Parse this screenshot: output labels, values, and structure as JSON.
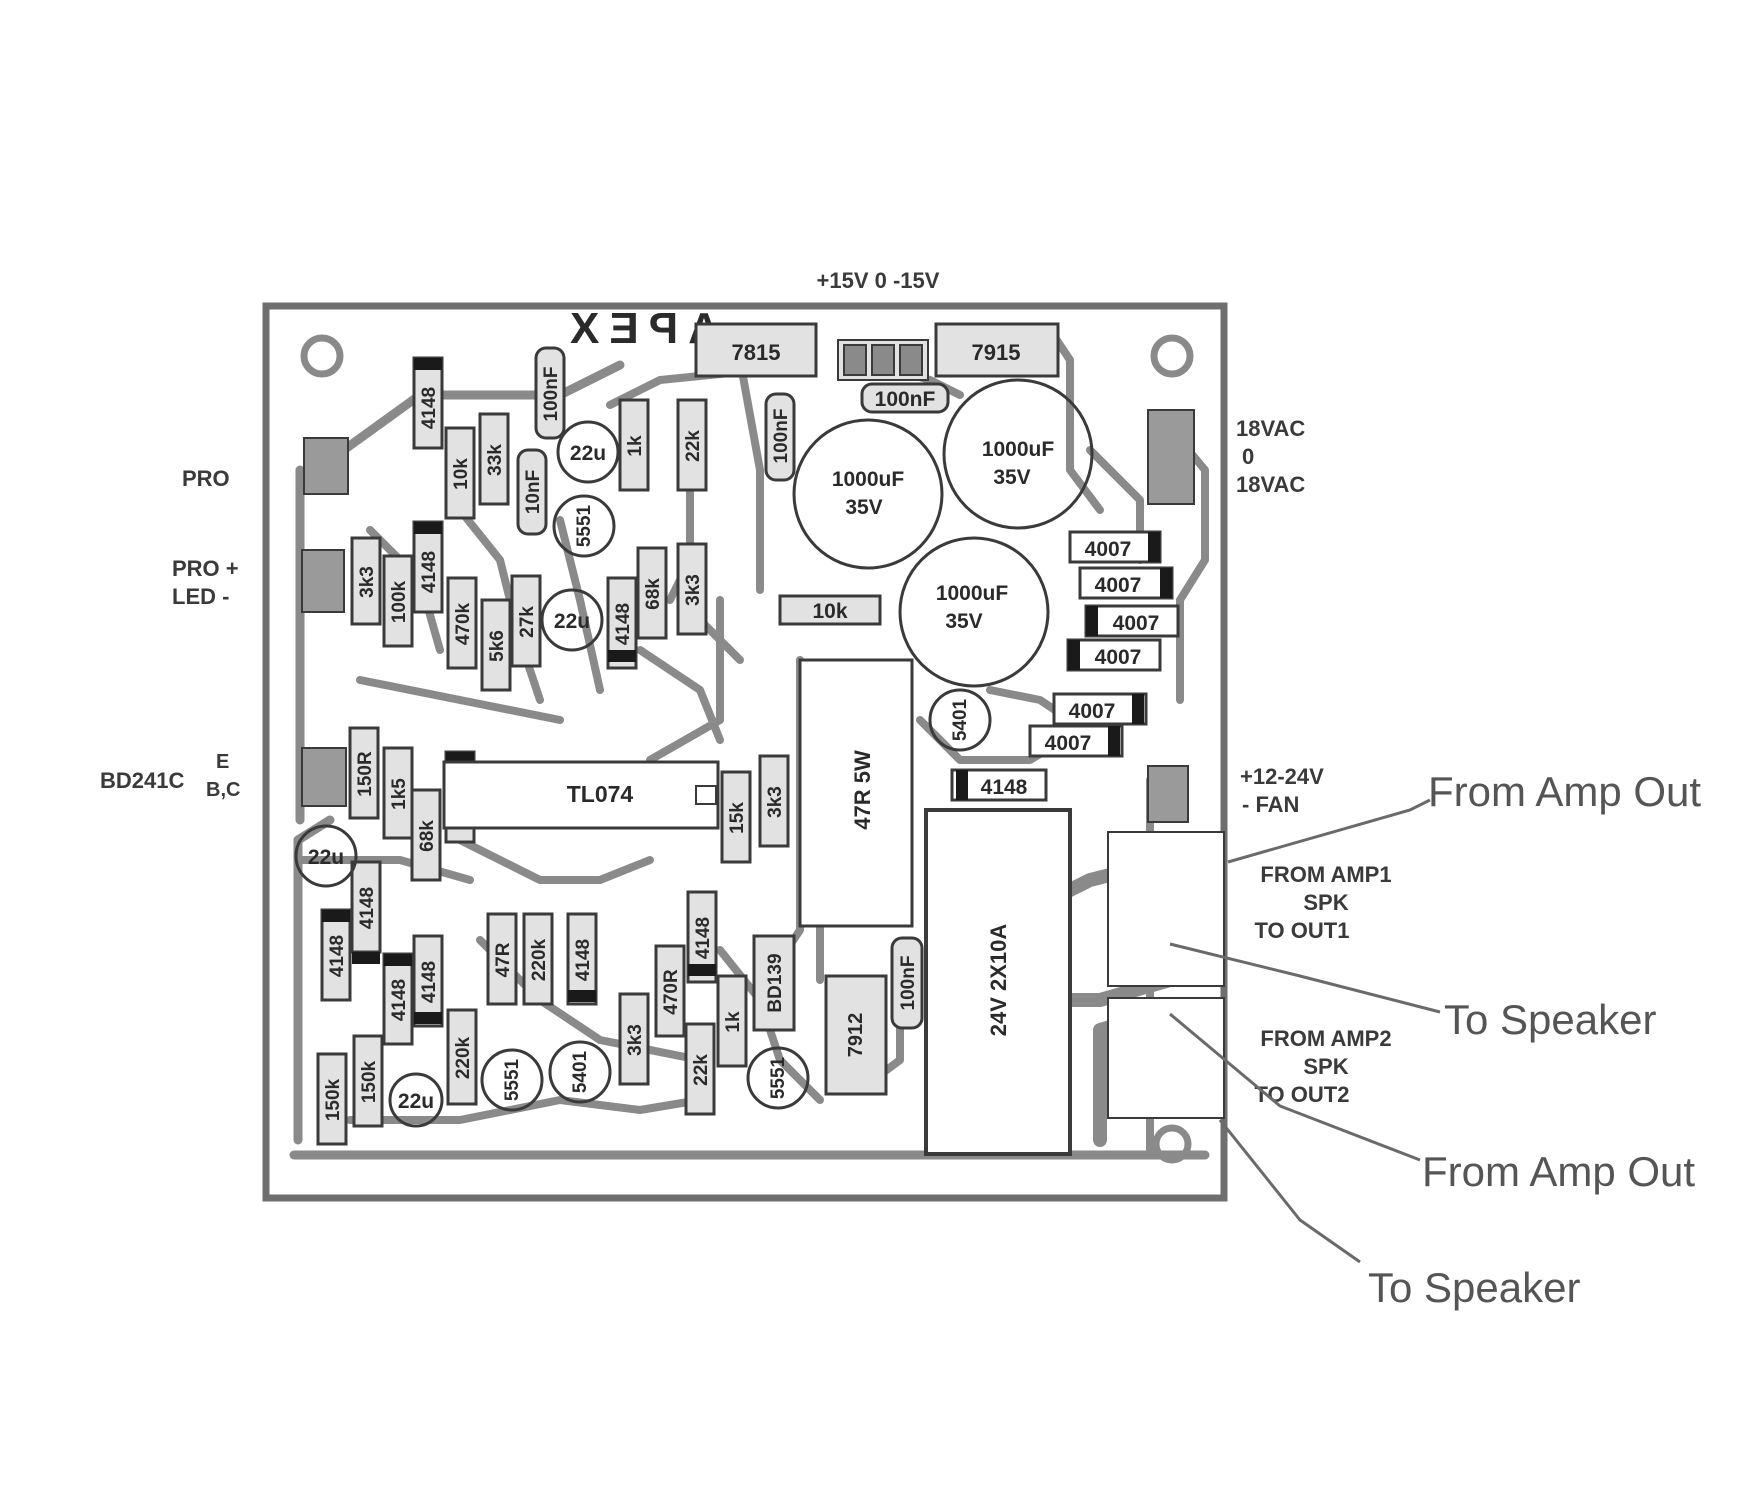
{
  "colors": {
    "background": "#ffffff",
    "board_fill": "#ffffff",
    "board_border": "#6e6e6e",
    "trace": "#8a8a8a",
    "component_fill": "#e2e2e2",
    "component_stroke": "#3a3a3a",
    "stripe": "#1a1a1a",
    "label": "#3a3a3a",
    "annotation": "#555555"
  },
  "board_text": {
    "logo": "APEX"
  },
  "labels": {
    "power_rails": "+15V 0 -15V",
    "pro": "PRO",
    "pro_led_line1": "PRO +",
    "pro_led_line2": "LED  -",
    "bd241c": "BD241C",
    "pin_e": "E",
    "pin_bc": "B,C",
    "vac1": "18VAC",
    "vac0": "0",
    "vac2": "18VAC",
    "fan1": "+12-24V",
    "fan2": "- FAN",
    "amp1_line1": "FROM AMP1",
    "amp1_line2": "SPK",
    "amp1_line3": "TO OUT1",
    "amp2_line1": "FROM AMP2",
    "amp2_line2": "SPK",
    "amp2_line3": "TO OUT2"
  },
  "annotations": {
    "from_amp_out_1": "From Amp Out",
    "to_speaker_1": "To Speaker",
    "from_amp_out_2": "From Amp Out",
    "to_speaker_2": "To Speaker"
  },
  "components": {
    "reg_7815": "7815",
    "reg_7915": "7915",
    "cap_100nf_top": "100nF",
    "cap_1000uf_a": "1000uF",
    "cap_35v_a": "35V",
    "cap_1000uf_b": "1000uF",
    "cap_35v_b": "35V",
    "cap_1000uf_c": "1000uF",
    "cap_35v_c": "35V",
    "cap_100nf_v": "100nF",
    "d_4148_a": "4148",
    "r_10k_a": "10k",
    "r_33k": "33k",
    "cap_100nf_b": "100nF",
    "cap_10nf": "10nF",
    "cap_22u_a": "22u",
    "r_1k_a": "1k",
    "r_22k_a": "22k",
    "t_5551_a": "5551",
    "d_4148_b": "4148",
    "r_3k3_a": "3k3",
    "r_100k": "100k",
    "r_470k": "470k",
    "r_27k": "27k",
    "r_5k6": "5k6",
    "cap_22u_b": "22u",
    "d_4148_c": "4148",
    "r_68k": "68k",
    "r_3k3_b": "3k3",
    "r_10k_b": "10k",
    "d_4007_a": "4007",
    "d_4007_b": "4007",
    "d_4007_c": "4007",
    "d_4007_d": "4007",
    "d_4007_e": "4007",
    "d_4007_f": "4007",
    "t_5401_a": "5401",
    "d_4148_d": "4148",
    "r_47r_5w": "47R 5W",
    "r_150r": "150R",
    "r_1k5": "1k5",
    "r_68k_b": "68k",
    "d_4148_e": "4148",
    "ic_tl074": "TL074",
    "r_15k": "15k",
    "r_3k3_c": "3k3",
    "cap_22u_c": "22u",
    "d_4148_f": "4148",
    "d_4148_g": "4148",
    "d_4148_h": "4148",
    "d_4148_i": "4148",
    "r_47r": "47R",
    "r_220k_a": "220k",
    "d_4148_j": "4148",
    "r_3k3_d": "3k3",
    "r_470r": "470R",
    "d_4148_k": "4148",
    "r_1k_b": "1k",
    "r_22k_b": "22k",
    "t_bd139": "BD139",
    "t_5551_b": "5551",
    "reg_7912": "7912",
    "cap_100nf_c": "100nF",
    "relay": "24V 2X10A",
    "r_150k_a": "150k",
    "r_150k_b": "150k",
    "cap_22u_d": "22u",
    "r_220k_b": "220k",
    "t_5551_c": "5551",
    "t_5401_b": "5401"
  }
}
